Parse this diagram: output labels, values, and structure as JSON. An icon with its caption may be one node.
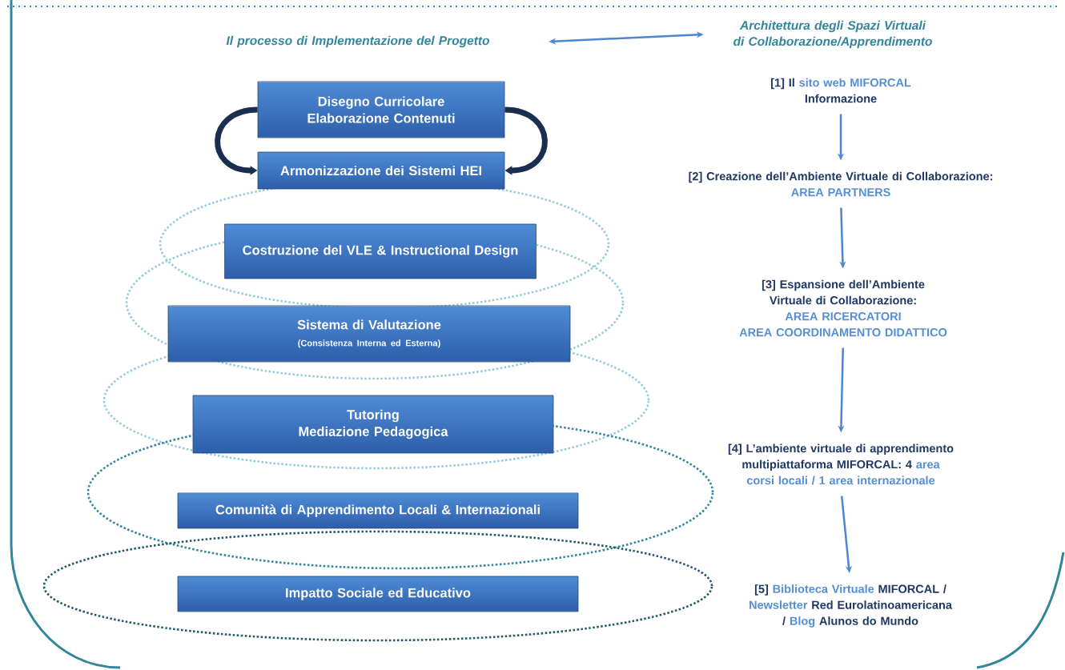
{
  "diagram": {
    "nodes": [
      {
        "text": [
          "Il processo di Implementazione del Progetto"
        ]
      },
      {
        "text": [
          "Architettura degli Spazi Virtuali di Collaborazione/Apprendimento"
        ]
      },
      {
        "text": [
          "Disegno Curricolare",
          "Elaborazione Contenuti"
        ]
      },
      {
        "text": [
          "Armonizzazione dei Sistemi HEI"
        ]
      },
      {
        "text": [
          "Costruzione del VLE & Instructional Design"
        ]
      },
      {
        "text": [
          "Sistema di Valutazione",
          "(Consistenza Interna ed Esterna)"
        ]
      },
      {
        "text": [
          "Tutoring",
          "Mediazione Pedagogica"
        ]
      },
      {
        "text": [
          "Comunità di Apprendimento Locali & Internazionali"
        ]
      },
      {
        "text": [
          "Impatto Sociale ed Educativo"
        ]
      },
      {
        "text": [
          "[1] Il",
          "sito web MIFORCAL",
          "Informazione"
        ]
      },
      {
        "text": [
          "[2] Creazione dell’Ambiente Virtuale di Collaborazione:",
          "AREA PARTNERS"
        ]
      },
      {
        "text": [
          "[3] Espansione dell’Ambiente Virtuale di Collaborazione:",
          "AREA RICERCATORI",
          "AREA COORDINAMENTO DIDATTICO"
        ]
      },
      {
        "text": [
          "[4] L’ambiente virtuale di apprendimento multipiattaforma MIFORCAL: 4",
          "area corsi locali / 1 area internazionale"
        ]
      },
      {
        "text": [
          "[5]",
          "Biblioteca Virtuale",
          "MIFORCAL /",
          "Newsletter",
          "Red Eurolatinoamericana /",
          "Blog",
          "Alunos do Mundo"
        ]
      }
    ],
    "edges": [
      {
        "from": 0,
        "to": 1,
        "arrow": "both"
      },
      {
        "from": 2,
        "to": 3,
        "arrow": "to",
        "style": "thick",
        "color": "#1a2f4f"
      },
      {
        "from": 2,
        "to": 3,
        "arrow": "to",
        "style": "thick",
        "color": "#1a2f4f"
      },
      {
        "from": 9,
        "to": 10,
        "arrow": "to"
      },
      {
        "from": 10,
        "to": 11,
        "arrow": "to"
      },
      {
        "from": 11,
        "to": 12,
        "arrow": "to"
      },
      {
        "from": 12,
        "to": 13,
        "arrow": "to"
      }
    ]
  }
}
